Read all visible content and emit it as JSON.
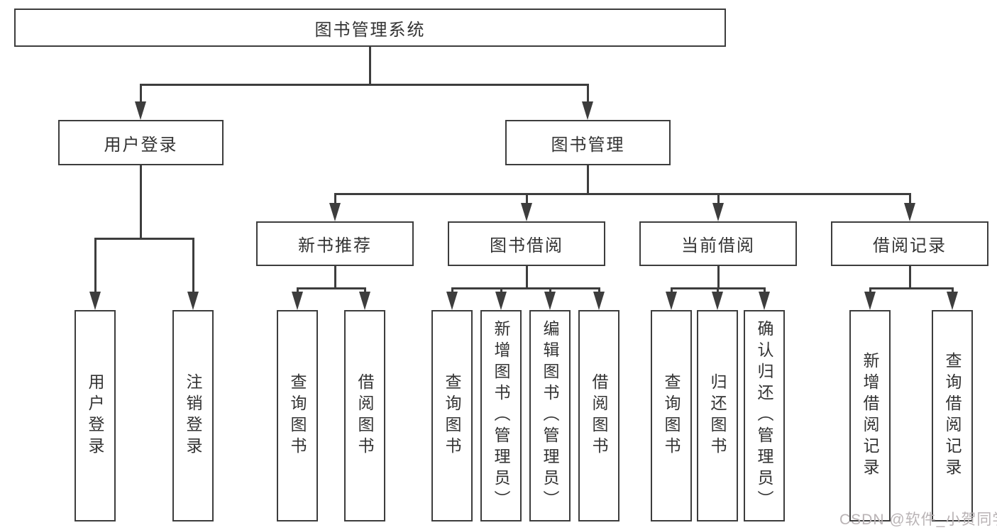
{
  "tree": {
    "label": "图书管理系统",
    "children": [
      {
        "label": "用户登录",
        "children": [
          {
            "label": "用户登录"
          },
          {
            "label": "注销登录"
          }
        ]
      },
      {
        "label": "图书管理",
        "children": [
          {
            "label": "新书推荐",
            "children": [
              {
                "label": "查询图书"
              },
              {
                "label": "借阅图书"
              }
            ]
          },
          {
            "label": "图书借阅",
            "children": [
              {
                "label": "查询图书"
              },
              {
                "label": "新增图书（管理员）"
              },
              {
                "label": "编辑图书（管理员）"
              },
              {
                "label": "借阅图书"
              }
            ]
          },
          {
            "label": "当前借阅",
            "children": [
              {
                "label": "查询图书"
              },
              {
                "label": "归还图书"
              },
              {
                "label": "确认归还（管理员）"
              }
            ]
          },
          {
            "label": "借阅记录",
            "children": [
              {
                "label": "新增借阅记录"
              },
              {
                "label": "查询借阅记录"
              }
            ]
          }
        ]
      }
    ]
  },
  "watermark": {
    "text": "CSDN @软件_小贺同学"
  },
  "colors": {
    "line": "#3d3d3d",
    "text": "#333333",
    "watermark": "#b9b3b5",
    "background": "#ffffff"
  }
}
